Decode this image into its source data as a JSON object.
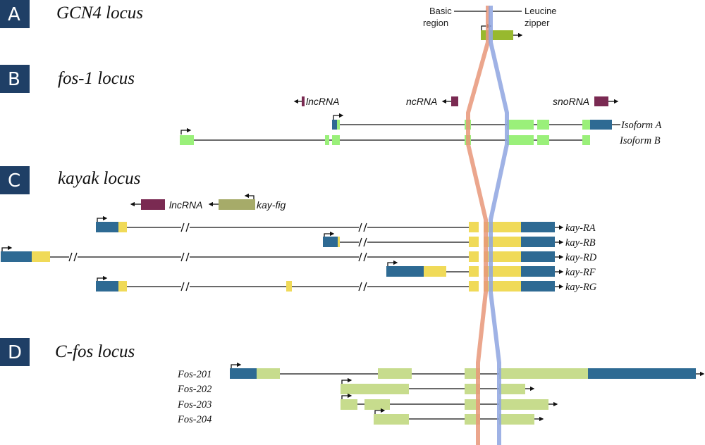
{
  "colors": {
    "section_badge": "#1f3f66",
    "utr_blue": "#2e6a93",
    "coding_green_bright": "#9af07a",
    "coding_green_olive": "#98b92e",
    "coding_yellow": "#f0da58",
    "coding_green_pale": "#c7dc8d",
    "noncoding_purple": "#7a2a52",
    "kayfig_olive": "#a6ab69",
    "basic_region_band": "#e79779",
    "leucine_zipper_band": "#8ea4e0"
  },
  "annotations": {
    "basic_region": [
      "Basic",
      "region"
    ],
    "leucine_zipper": [
      "Leucine",
      "zipper"
    ]
  },
  "sections": [
    {
      "letter": "A",
      "title": "GCN4 locus"
    },
    {
      "letter": "B",
      "title": "fos-1 locus"
    },
    {
      "letter": "C",
      "title": "kayak locus"
    },
    {
      "letter": "D",
      "title": "C-fos locus"
    }
  ],
  "fos1": {
    "noncoding": [
      "lncRNA",
      "ncRNA",
      "snoRNA"
    ],
    "isoforms": [
      "Isoform A",
      "Isoform B"
    ]
  },
  "kayak": {
    "noncoding": [
      "lncRNA",
      "kay-fig"
    ],
    "transcripts": [
      "kay-RA",
      "kay-RB",
      "kay-RD",
      "kay-RF",
      "kay-RG"
    ]
  },
  "cfos": {
    "transcripts": [
      "Fos-201",
      "Fos-202",
      "Fos-203",
      "Fos-204"
    ]
  }
}
